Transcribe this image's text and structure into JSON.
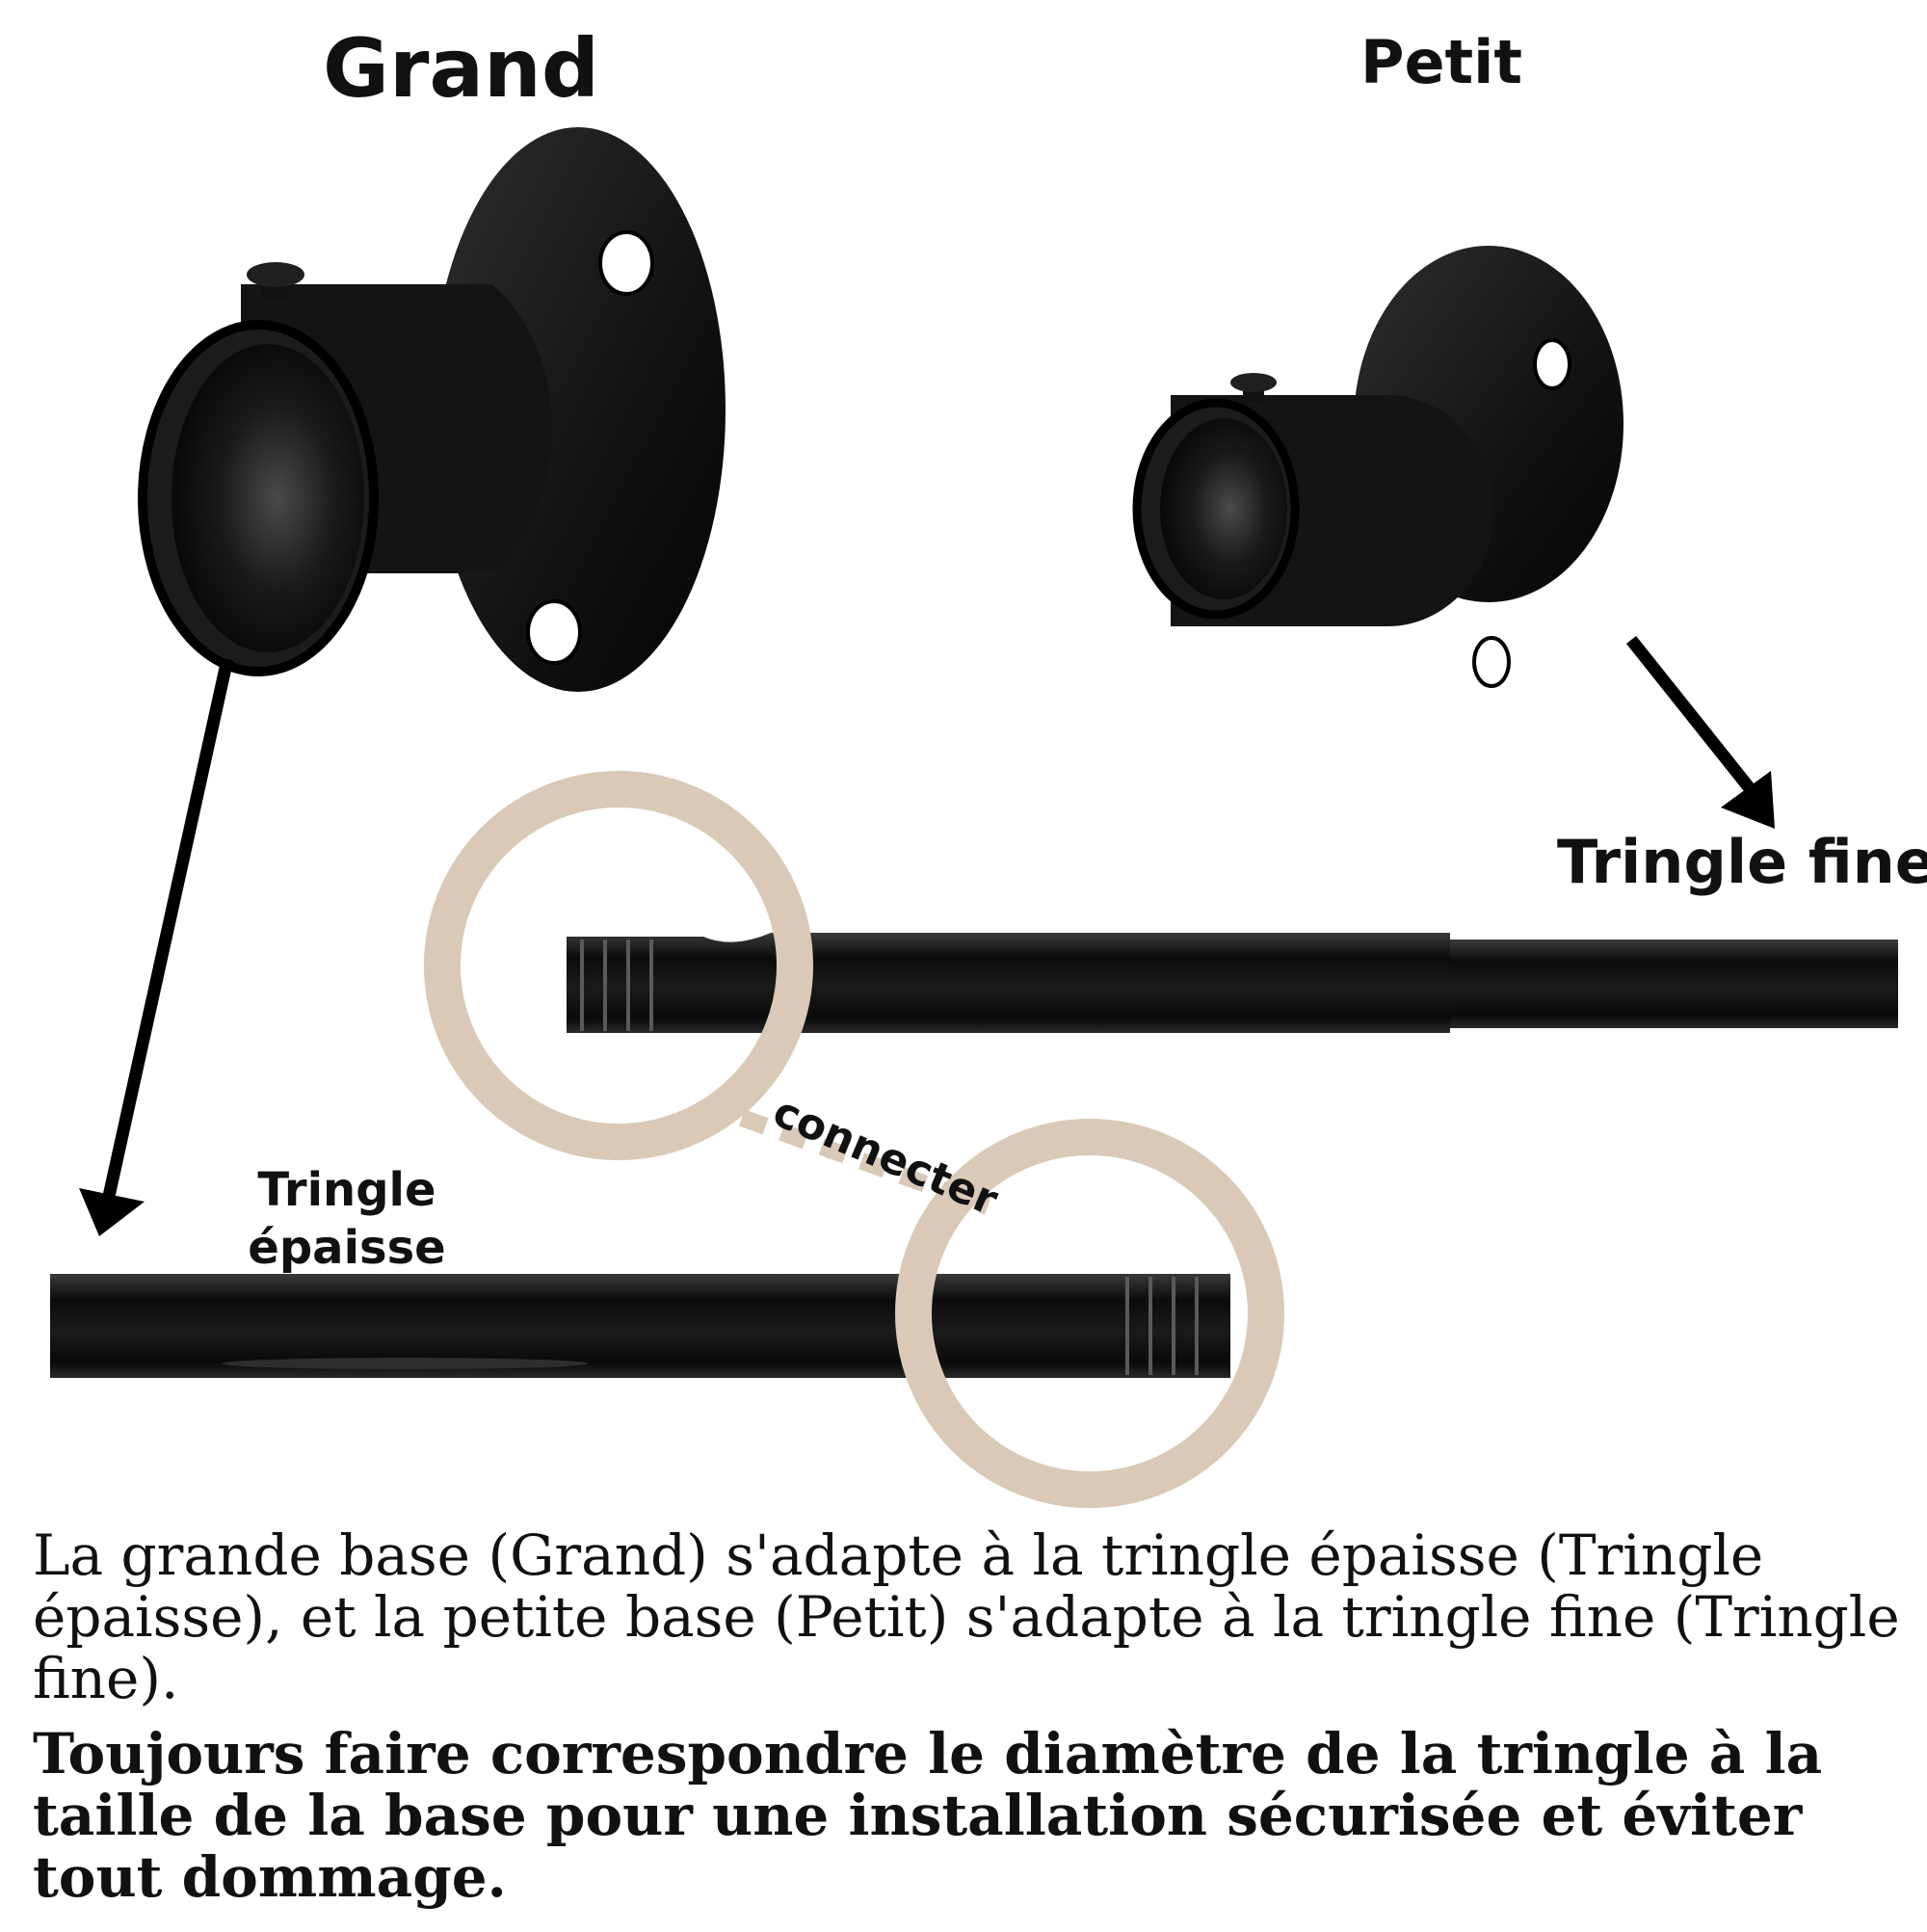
{
  "labels": {
    "grand": "Grand",
    "petit": "Petit",
    "tringle_fine": "Tringle fine",
    "tringle_epaisse": "Tringle épaisse",
    "connecter": "connecter"
  },
  "caption": {
    "line1": "La grande base (Grand) s'adapte à la tringle épaisse (Tringle épaisse), et la petite base (Petit) s'adapte à la tringle fine (Tringle fine).",
    "line2": "Toujours faire correspondre le diamètre de la tringle à la taille de la base pour une installation sécurisée et éviter tout dommage."
  },
  "colors": {
    "metal": "#151515",
    "highlight_ring": "#d9c9b6",
    "arrow": "#000000"
  }
}
